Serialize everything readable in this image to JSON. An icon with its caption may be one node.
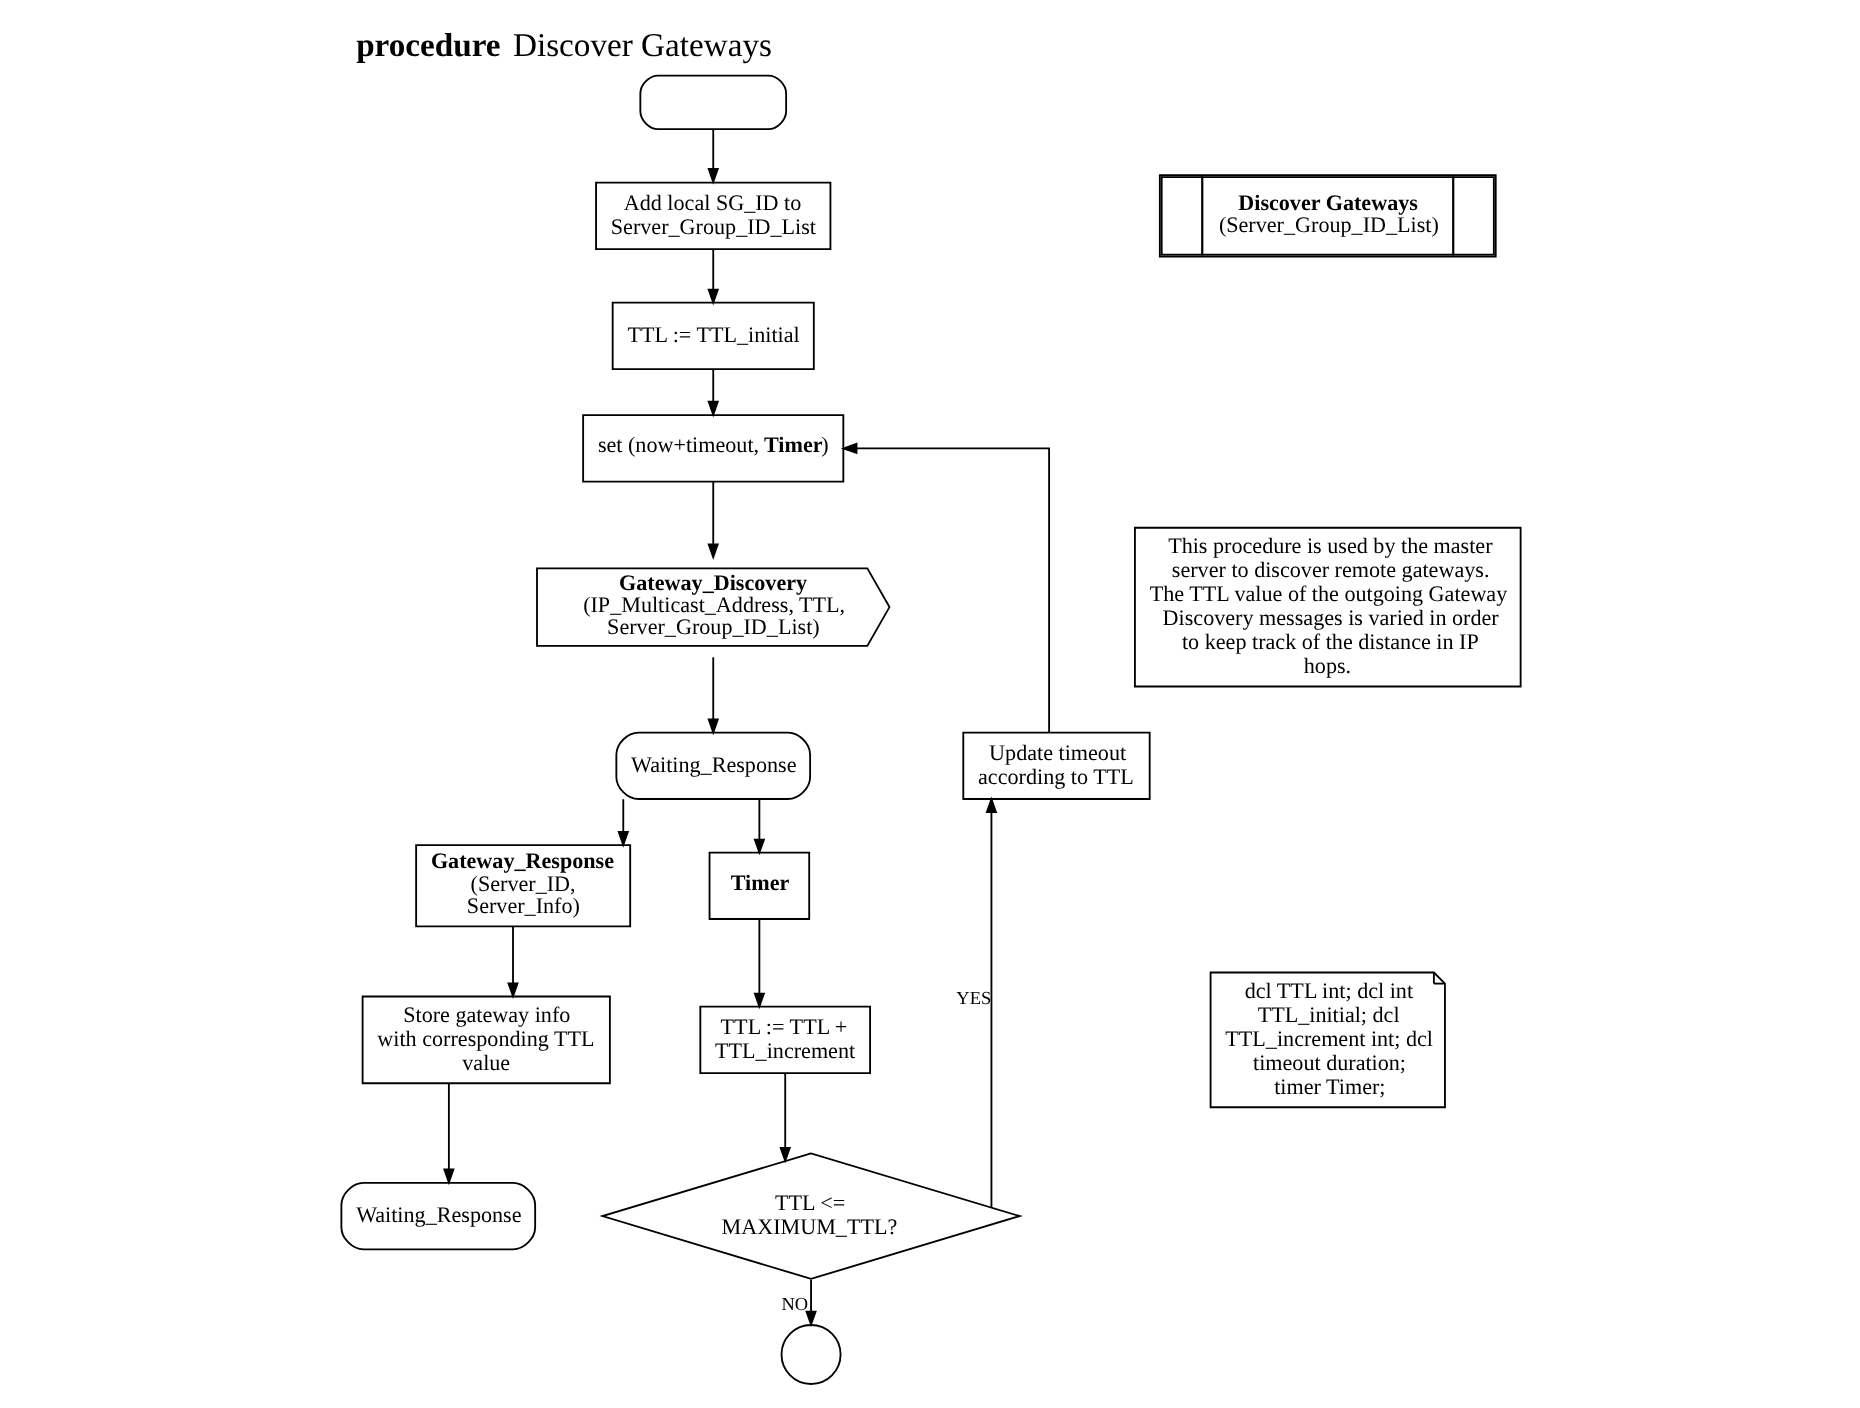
{
  "diagram": {
    "title": "**procedure** Discover Gateways",
    "nodes": [
      {
        "text": [],
        "shape": "capsule"
      },
      {
        "text": [
          "Add local SG_ID to Server_Group_ID_List"
        ]
      },
      {
        "text": [
          "TTL := TTL_initial"
        ]
      },
      {
        "text": [
          "set (now+timeout, **Timer**)"
        ]
      },
      {
        "text": [
          "**Gateway_Discovery**",
          "(IP_Multicast_Address, TTL, Server_Group_ID_List)"
        ]
      },
      {
        "text": [
          "Waiting_Response"
        ]
      },
      {
        "text": [
          "**Gateway_Response**",
          "(Server_ID, Server_Info)"
        ]
      },
      {
        "text": [
          "**Timer**"
        ]
      },
      {
        "text": [
          "Store gateway info with corresponding TTL value"
        ]
      },
      {
        "text": [
          "Waiting_Response"
        ]
      },
      {
        "text": [
          "TTL := TTL + TTL_increment"
        ]
      },
      {
        "text": [
          "TTL <= MAXIMUM_TTL?"
        ]
      },
      {
        "text": [],
        "shape": "circle"
      },
      {
        "text": [
          "Update timeout according to TTL"
        ]
      },
      {
        "text": [
          "**Discover Gateways**",
          "(Server_Group_ID_List)"
        ]
      },
      {
        "text": [
          "This procedure is used by the master server to discover remote gateways. The TTL value of the outgoing Gateway Discovery messages is varied in order to keep track of the distance in IP hops."
        ]
      },
      {
        "text": [
          "dcl TTL int; dcl int TTL_initial; dcl TTL_increment int; dcl timeout duration; timer Timer;"
        ]
      }
    ],
    "edges": [
      {
        "from": 0,
        "to": 1,
        "arrow": "to"
      },
      {
        "from": 1,
        "to": 2,
        "arrow": "to"
      },
      {
        "from": 2,
        "to": 3,
        "arrow": "to"
      },
      {
        "from": 3,
        "to": 4,
        "arrow": "to"
      },
      {
        "from": 4,
        "to": 5,
        "arrow": "to"
      },
      {
        "from": 5,
        "to": 6,
        "arrow": "to"
      },
      {
        "from": 5,
        "to": 7,
        "arrow": "to"
      },
      {
        "from": 6,
        "to": 8,
        "arrow": "to"
      },
      {
        "from": 8,
        "to": 9,
        "arrow": "to"
      },
      {
        "from": 7,
        "to": 10,
        "arrow": "to"
      },
      {
        "from": 10,
        "to": 11,
        "arrow": "to"
      },
      {
        "from": 11,
        "to": 12,
        "label": "NO",
        "arrow": "to"
      },
      {
        "from": 11,
        "to": 13,
        "label": "YES",
        "arrow": "to"
      },
      {
        "from": 13,
        "to": 3,
        "arrow": "to"
      }
    ]
  }
}
